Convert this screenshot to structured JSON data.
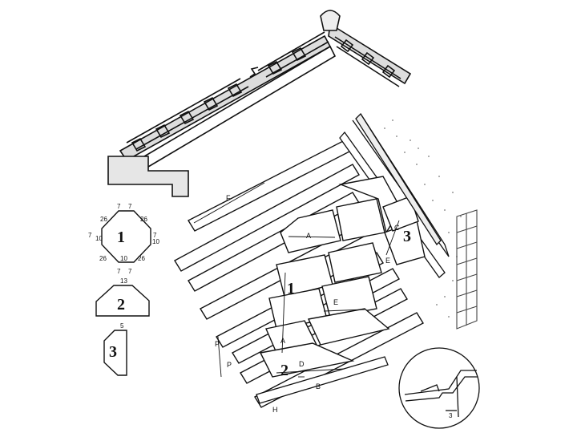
{
  "shapes": [
    {
      "number": "1",
      "dims": {
        "top_left": "7",
        "top_right": "7",
        "upper_left": "26",
        "upper_right": "26",
        "left": "10",
        "right": "10",
        "lower_left": "26",
        "lower_right": "26",
        "bottom": "10",
        "bottom_left": "7",
        "bottom_right": "7",
        "side_left": "7",
        "side_right": "7"
      }
    },
    {
      "number": "2",
      "dims": {
        "top": "13"
      }
    },
    {
      "number": "3",
      "dims": {
        "top": "5"
      }
    }
  ],
  "roof_labels": {
    "F": "F",
    "A_top": "A",
    "A_left": "A",
    "C": "C",
    "E_right": "E",
    "E_mid": "E",
    "P1": "P",
    "P2": "P",
    "D": "D",
    "B": "B",
    "H": "H",
    "tile1": "1",
    "tile2": "2",
    "tile3": "3"
  },
  "detail": {
    "dimension": "3"
  }
}
